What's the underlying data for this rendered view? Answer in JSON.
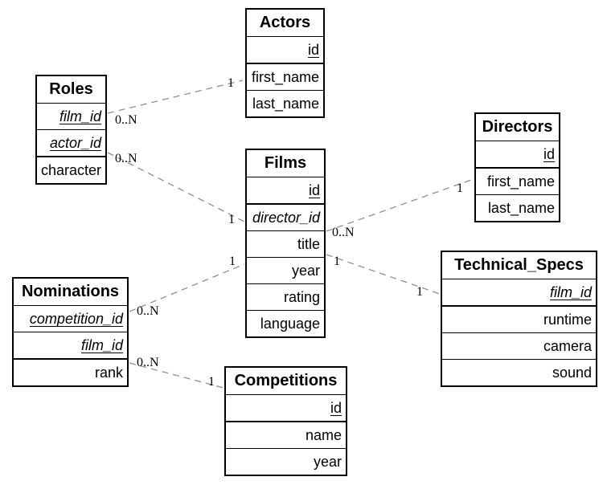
{
  "tables": {
    "actors": {
      "title": "Actors",
      "columns": [
        {
          "name": "id",
          "pk": true
        },
        {
          "name": "first_name"
        },
        {
          "name": "last_name"
        }
      ]
    },
    "roles": {
      "title": "Roles",
      "columns": [
        {
          "name": "film_id",
          "pk": true,
          "fk": true
        },
        {
          "name": "actor_id",
          "pk": true,
          "fk": true
        },
        {
          "name": "character"
        }
      ]
    },
    "films": {
      "title": "Films",
      "columns": [
        {
          "name": "id",
          "pk": true
        },
        {
          "name": "director_id",
          "fk": true
        },
        {
          "name": "title"
        },
        {
          "name": "year"
        },
        {
          "name": "rating"
        },
        {
          "name": "language"
        }
      ]
    },
    "directors": {
      "title": "Directors",
      "columns": [
        {
          "name": "id",
          "pk": true
        },
        {
          "name": "first_name"
        },
        {
          "name": "last_name"
        }
      ]
    },
    "technical_specs": {
      "title": "Technical_Specs",
      "columns": [
        {
          "name": "film_id",
          "pk": true,
          "fk": true
        },
        {
          "name": "runtime"
        },
        {
          "name": "camera"
        },
        {
          "name": "sound"
        }
      ]
    },
    "nominations": {
      "title": "Nominations",
      "columns": [
        {
          "name": "competition_id",
          "pk": true,
          "fk": true
        },
        {
          "name": "film_id",
          "pk": true,
          "fk": true
        },
        {
          "name": "rank"
        }
      ]
    },
    "competitions": {
      "title": "Competitions",
      "columns": [
        {
          "name": "id",
          "pk": true
        },
        {
          "name": "name"
        },
        {
          "name": "year"
        }
      ]
    }
  },
  "relationships": [
    {
      "from": "Roles",
      "to": "Actors",
      "from_card": "0..N",
      "to_card": "1"
    },
    {
      "from": "Roles",
      "to": "Films",
      "from_card": "0..N",
      "to_card": "1"
    },
    {
      "from": "Films",
      "to": "Directors",
      "from_card": "0..N",
      "to_card": "1"
    },
    {
      "from": "Films",
      "to": "Technical_Specs",
      "from_card": "1",
      "to_card": "1"
    },
    {
      "from": "Nominations",
      "to": "Films",
      "from_card": "0..N",
      "to_card": "1"
    },
    {
      "from": "Nominations",
      "to": "Competitions",
      "from_card": "0..N",
      "to_card": "1"
    }
  ],
  "colors": {
    "relationship_line": "#8f8f8f",
    "border": "#000000",
    "background": "#ffffff",
    "text": "#000000"
  }
}
